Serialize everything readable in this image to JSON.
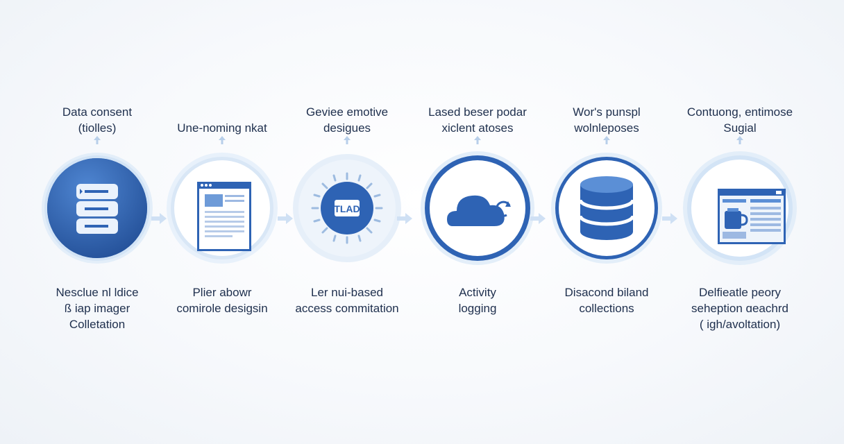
{
  "colors": {
    "primary": "#2e63b4",
    "primary_light": "#5b8fd6",
    "ring": "#cfe0f4",
    "ring_glow": "#e3eef9",
    "text": "#1e2f4d",
    "arrow": "#b8cfea"
  },
  "steps": [
    {
      "icon": "server-stack-icon",
      "top_label": "Data consent\n(tiolles)",
      "bottom_label": "Nesclue nl ldice\nß iap imager\nColletation"
    },
    {
      "icon": "document-window-icon",
      "top_label": "Une-noming nkat",
      "bottom_label": "Plier abowr\ncomirole desigsin"
    },
    {
      "icon": "badge-burst-icon",
      "icon_text": "TLAD",
      "top_label": "Geviee emotive\ndesigues",
      "bottom_label": "Ler nui-based\naccess commitation"
    },
    {
      "icon": "cloud-sync-icon",
      "top_label": "Lased beser podar\nxiclent atoses",
      "bottom_label": "Activity\nlogging"
    },
    {
      "icon": "database-icon",
      "top_label": "Wor's punspl\nwolnleposes",
      "bottom_label": "Disacond biland\ncollections"
    },
    {
      "icon": "dashboard-window-icon",
      "top_label": "Contuong, entimose\nSugial",
      "bottom_label": "Delfieatle peory\nseheption ɑeachrd\n( igh/avoltation)"
    }
  ]
}
